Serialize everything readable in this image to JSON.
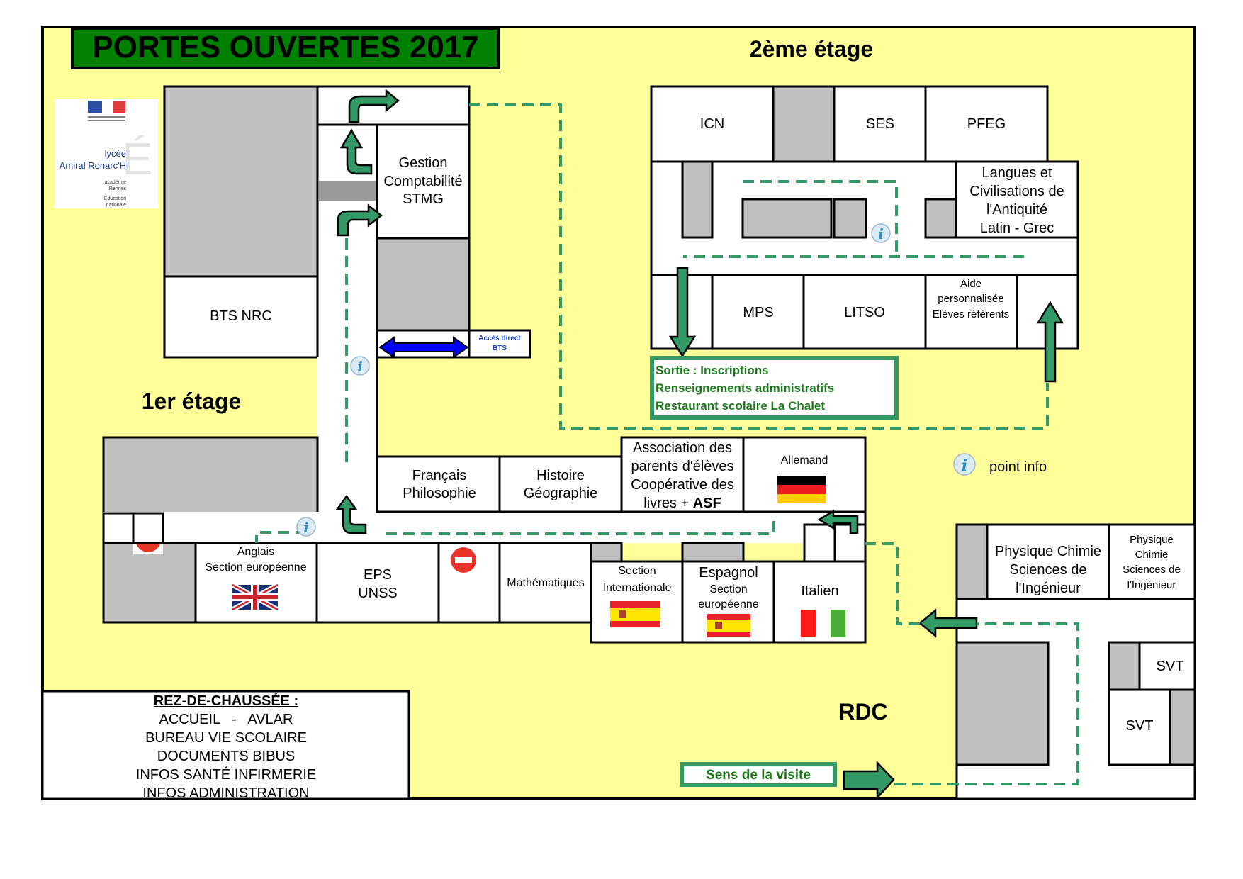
{
  "title": "PORTES OUVERTES 2017",
  "colors": {
    "background": "#FFFF99",
    "title_bg": "#008000",
    "path_green": "#339966",
    "text_green": "#1A7A1A",
    "room_gray": "#C0C0C0",
    "access_blue": "#0000FF"
  },
  "logo": {
    "line1": "lycée",
    "line2": "Amiral Ronarc'H",
    "line3": "académie",
    "line4": "Rennes",
    "line5": "Éducation",
    "line6": "nationale"
  },
  "floors": {
    "second": {
      "label": "2ème étage",
      "rooms": {
        "icn": "ICN",
        "ses": "SES",
        "pfeg": "PFEG",
        "langues": [
          "Langues et",
          "Civilisations de",
          "l'Antiquité",
          "Latin - Grec"
        ],
        "mps": "MPS",
        "litso": "LITSO",
        "aide": [
          "Aide",
          "personnalisée",
          "Elèves référents"
        ]
      },
      "exit_box": [
        "Sortie : Inscriptions",
        "Renseignements administratifs",
        "Restaurant scolaire La Chalet"
      ]
    },
    "first": {
      "label": "1er étage",
      "rooms": {
        "gestion": [
          "Gestion",
          "Comptabilité",
          "STMG"
        ],
        "bts_nrc": "BTS NRC",
        "acces_bts": [
          "Accès direct",
          "BTS"
        ],
        "francais": [
          "Français",
          "Philosophie"
        ],
        "histoire": [
          "Histoire",
          "Géographie"
        ],
        "association": [
          "Association des",
          "parents d'élèves",
          "Coopérative des",
          "livres + "
        ],
        "association_bold": "ASF",
        "allemand": "Allemand",
        "anglais": [
          "Anglais",
          "Section européenne"
        ],
        "eps": [
          "EPS",
          "UNSS"
        ],
        "maths": "Mathématiques",
        "section_int": [
          "Section",
          "Internationale"
        ],
        "espagnol_title": "Espagnol",
        "espagnol_sub": [
          "Section",
          "européenne"
        ],
        "italien": "Italien"
      }
    },
    "ground": {
      "label": "RDC",
      "rooms": {
        "physique1": [
          "Physique Chimie",
          "Sciences de",
          "l'Ingénieur"
        ],
        "physique2": [
          "Physique",
          "Chimie",
          "Sciences de",
          "l'Ingénieur"
        ],
        "svt1": "SVT",
        "svt2": "SVT"
      },
      "ground_box": {
        "title": "REZ-DE-CHAUSSÉE :",
        "items": [
          "ACCUEIL   -   AVLAR",
          "BUREAU VIE SCOLAIRE",
          "DOCUMENTS BIBUS",
          "INFOS SANTÉ INFIRMERIE",
          "INFOS ADMINISTRATION"
        ]
      }
    }
  },
  "legend": {
    "info_label": "point info",
    "info_glyph": "i",
    "visit_direction": "Sens de la visite"
  }
}
